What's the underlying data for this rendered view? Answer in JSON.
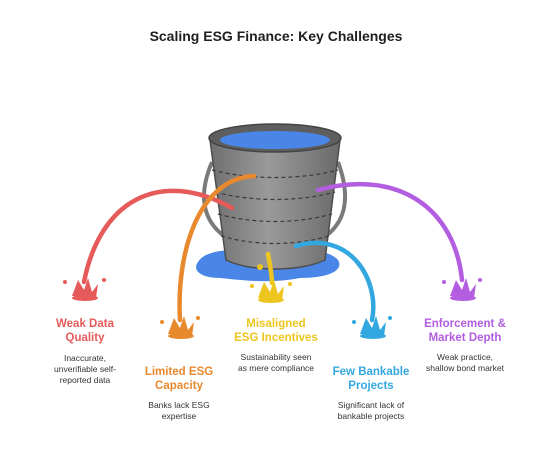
{
  "title": "Scaling ESG Finance: Key Challenges",
  "colors": {
    "red": "#e65a5a",
    "orange": "#e8892e",
    "yellow": "#ecc51f",
    "blue": "#33a8e0",
    "purple": "#b35de0",
    "bucket": "#8c8c8c",
    "water": "#4a86e8"
  },
  "challenges": [
    {
      "label_line1": "Weak Data",
      "label_line2": "Quality",
      "desc_line1": "Inaccurate,",
      "desc_line2": "unverifiable self-",
      "desc_line3": "reported data"
    },
    {
      "label_line1": "Limited ESG",
      "label_line2": "Capacity",
      "desc_line1": "Banks lack ESG",
      "desc_line2": "expertise"
    },
    {
      "label_line1": "Misaligned",
      "label_line2": "ESG Incentives",
      "desc_line1": "Sustainability seen",
      "desc_line2": "as mere compliance"
    },
    {
      "label_line1": "Few Bankable",
      "label_line2": "Projects",
      "desc_line1": "Significant lack of",
      "desc_line2": "bankable projects"
    },
    {
      "label_line1": "Enforcement &",
      "label_line2": "Market Depth",
      "desc_line1": "Weak practice,",
      "desc_line2": "shallow bond market"
    }
  ]
}
